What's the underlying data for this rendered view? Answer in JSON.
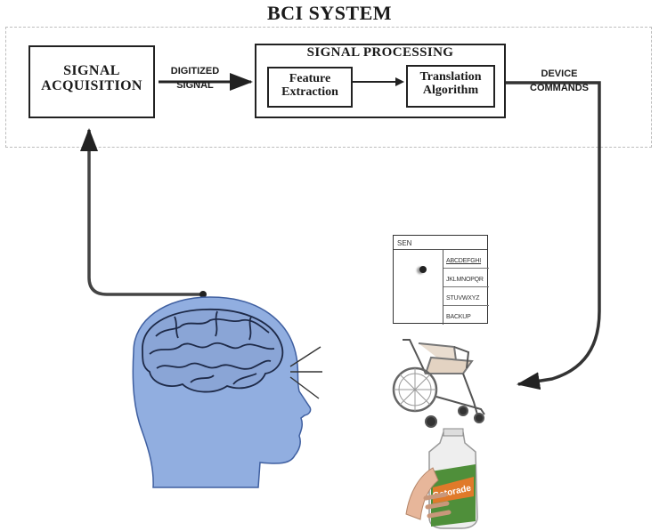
{
  "title": "BCI SYSTEM",
  "acquisition": {
    "label_line1": "SIGNAL",
    "label_line2": "ACQUISITION"
  },
  "link_digitized": {
    "line1": "DIGITIZED",
    "line2": "SIGNAL"
  },
  "processing": {
    "label": "SIGNAL PROCESSING",
    "feature": {
      "line1": "Feature",
      "line2": "Extraction"
    },
    "translation": {
      "line1": "Translation",
      "line2": "Algorithm"
    }
  },
  "link_device": {
    "line1": "DEVICE",
    "line2": "COMMANDS"
  },
  "speller": {
    "title": "SEN",
    "items": [
      "ABCDEFGHI",
      "JKLMNOPQR",
      "STUVWXYZ",
      "BACKUP"
    ]
  },
  "bottle_label": "Gatorade",
  "colors": {
    "head": "#91aee0",
    "ink": "#222222",
    "frame": "#bdbdbd",
    "bottle_green": "#4f8f3a",
    "bottle_orange": "#e07a2a"
  },
  "icons": [
    "brain-icon",
    "head-silhouette-icon",
    "wheelchair-icon",
    "bottle-in-hand-icon",
    "speller-screen-icon"
  ]
}
